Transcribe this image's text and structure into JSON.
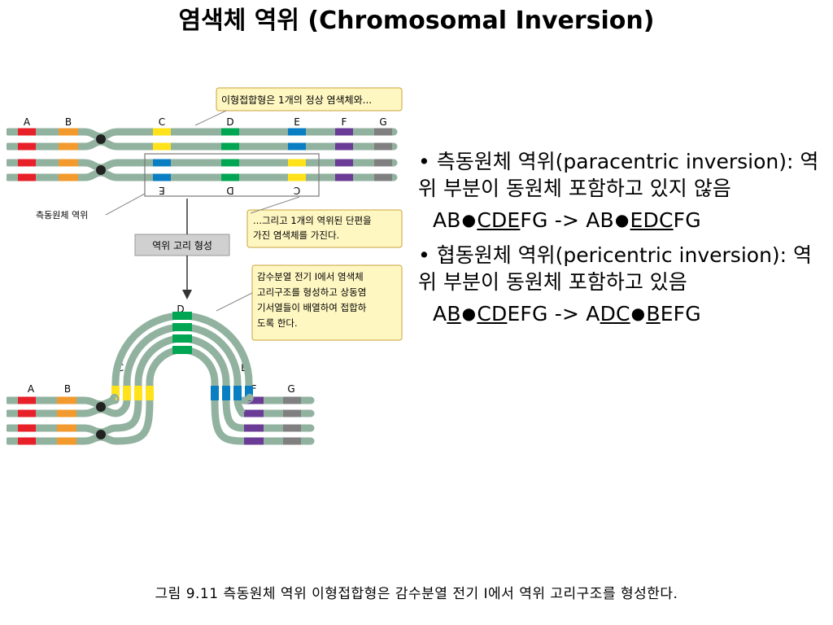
{
  "title": "염색체 역위 (Chromosomal Inversion)",
  "figure": {
    "gene_labels_top": [
      "A",
      "B",
      "C",
      "D",
      "E",
      "F",
      "G"
    ],
    "gene_labels_inverted": [
      "E",
      "D",
      "C"
    ],
    "gene_labels_loop": [
      "A",
      "B",
      "C",
      "D",
      "E",
      "F",
      "G"
    ],
    "callout_1": "이형접합형은 1개의 정상 염색체와...",
    "callout_2": [
      "...그리고 1개의 역위된 단편을",
      "가진 염색체를 가진다."
    ],
    "callout_3": [
      "감수분열 전기 I에서 염색체",
      "고리구조를 형성하고 상동염",
      "기서열들이 배열하여 접합하",
      "도록 한다."
    ],
    "side_label": "측동원체 역위",
    "step_label": "역위 고리 형성",
    "colors": {
      "strand": "#92b2a0",
      "A": "#e8202a",
      "B": "#f29a2e",
      "C": "#ffe21a",
      "D": "#00a651",
      "E": "#0a7ec2",
      "F": "#6a3c96",
      "G": "#808080",
      "callout_fill": "#fff7c2",
      "callout_border": "#c9a33a",
      "step_fill": "#d0d0d0"
    }
  },
  "bullets": [
    {
      "text": "• 측동원체 역위(paracentric inversion): 역위 부분이 동원체 포함하고 있지 않음",
      "example": {
        "p1": "AB",
        "dot1": "●",
        "p2": "CDE",
        "p3": "FG -> AB",
        "dot2": "●",
        "p4": "EDC",
        "p5": "FG"
      }
    },
    {
      "text": "• 협동원체 역위(pericentric inversion): 역위 부분이 동원체 포함하고 있음",
      "example": {
        "p1": "A",
        "p2": "B",
        "dot1": "●",
        "p3": "CD",
        "p4": "EFG -> A",
        "p5": "DC",
        "dot2": "●",
        "p6": "B",
        "p7": "EFG"
      }
    }
  ],
  "caption": "그림 9.11 측동원체 역위 이형접합형은 감수분열 전기 I에서 역위 고리구조를 형성한다."
}
